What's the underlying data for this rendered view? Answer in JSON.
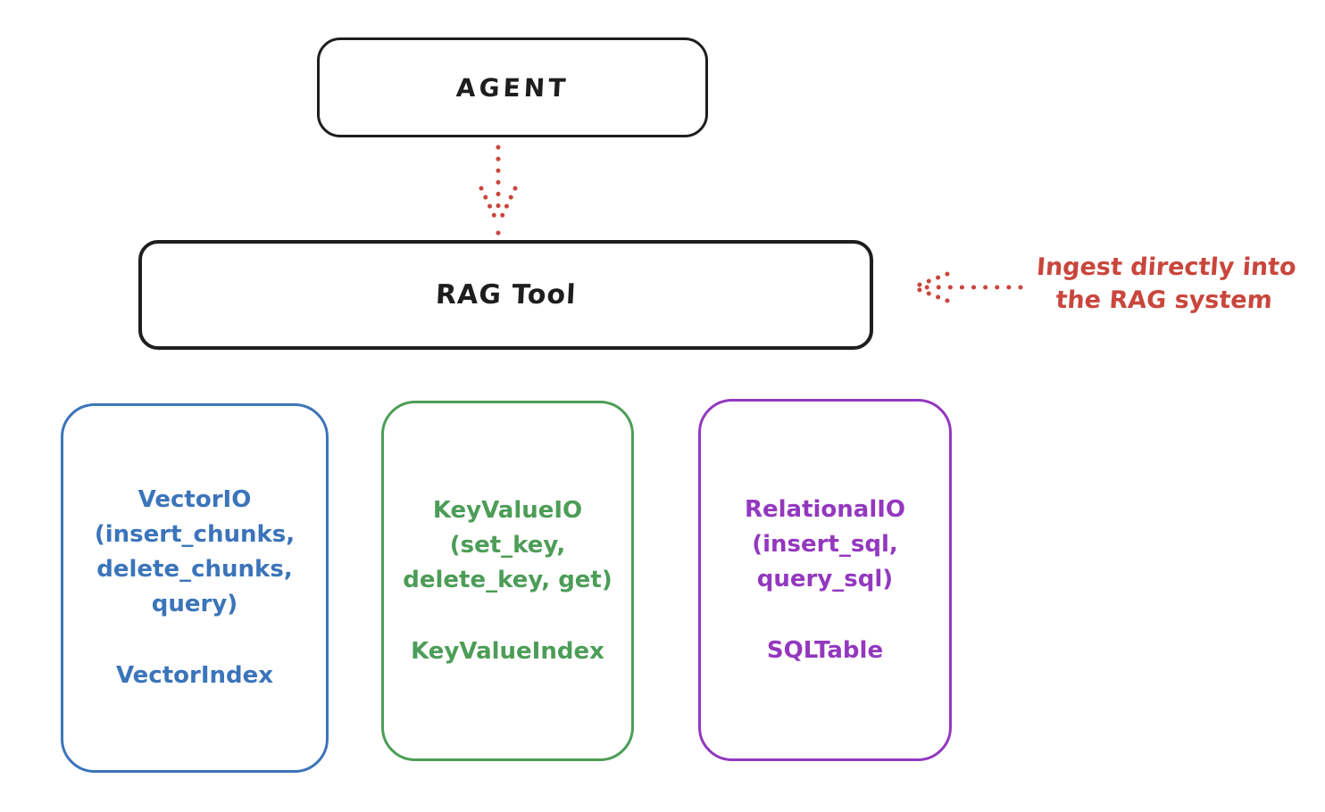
{
  "diagram": {
    "agent_box": {
      "label": "AGENT"
    },
    "rag_tool_box": {
      "label": "RAG Tool"
    },
    "annotation": {
      "line1": "Ingest directly into",
      "line2": "the RAG system"
    },
    "io_boxes": [
      {
        "id": "vector-io",
        "lines": [
          "VectorIO",
          "(insert_chunks,",
          "delete_chunks,",
          "query)"
        ],
        "index_label": "VectorIndex",
        "color": "#3b74ba"
      },
      {
        "id": "keyvalue-io",
        "lines": [
          "KeyValueIO",
          "(set_key,",
          "delete_key, get)"
        ],
        "index_label": "KeyValueIndex",
        "color": "#4c9d57"
      },
      {
        "id": "relational-io",
        "lines": [
          "RelationalIO",
          "(insert_sql,",
          "query_sql)"
        ],
        "index_label": "SQLTable",
        "color": "#9338bf"
      }
    ],
    "colors": {
      "ink": "#1e1e1e",
      "arrow_red": "#c9463c",
      "background": "#ffffff"
    }
  }
}
